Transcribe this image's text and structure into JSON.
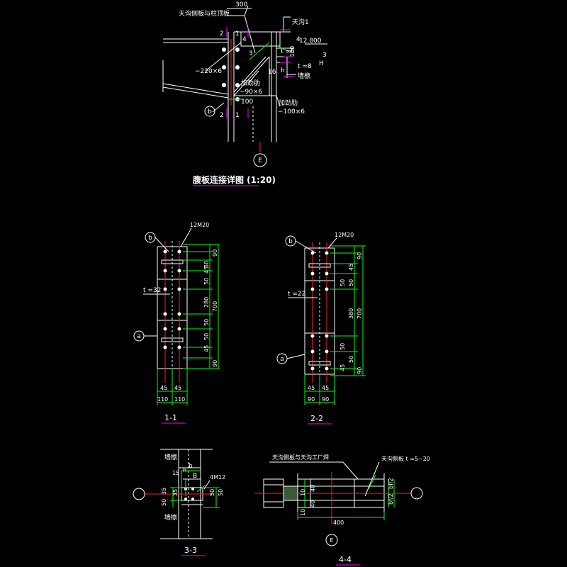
{
  "colors": {
    "background": "#000000",
    "line": "#ffffff",
    "dimension": "#00ff00",
    "axis": "#ff2020",
    "underline": "#ff00ff"
  },
  "detail_top": {
    "title": "腹板连接详图 (1:20)",
    "labels": {
      "dim_300": "300",
      "gutter_plate_note": "天沟侧板与柱顶板",
      "gutter": "天沟1",
      "elev": "12.800",
      "plate_220": "−220×6",
      "stiffener1": "加劲肋",
      "stiffener1_size": "−90×6",
      "stiffener2": "加劲肋",
      "stiffener2_size": "−100×6",
      "purlin": "墙檩",
      "t6": "t =6",
      "t8": "t =8",
      "dim_150": "150",
      "dim_100": "100",
      "dim_16": "16",
      "h": "h",
      "H": "H",
      "sec2a": "2",
      "sec1a": "1",
      "sec2b": "2",
      "sec1b": "1",
      "sec3a": "3",
      "sec3b": "3",
      "sec4a": "4",
      "sec4b": "4",
      "callout_b": "b",
      "axis": "E"
    }
  },
  "section_1_1": {
    "title": "1-1",
    "bolts": "12M20",
    "thickness": "t =32",
    "callout_b": "b",
    "callout_a": "a",
    "inner_dims": [
      "45",
      "50",
      "50",
      "280",
      "50",
      "50",
      "45"
    ],
    "outer_dims": [
      "90",
      "700",
      "90"
    ],
    "bottom_dims_top": [
      "45",
      "45"
    ],
    "bottom_dims": [
      "110",
      "110"
    ]
  },
  "section_2_2": {
    "title": "2-2",
    "bolts": "12M20",
    "thickness": "t =22",
    "callout_b": "b",
    "callout_a": "a",
    "inner_dims": [
      "45",
      "50",
      "50",
      "380",
      "50",
      "50",
      "45"
    ],
    "outer_dims": [
      "90",
      "700",
      "90"
    ],
    "bottom_dims_top": [
      "45",
      "45"
    ],
    "bottom_dims": [
      "90",
      "90"
    ]
  },
  "section_3_3": {
    "title": "3-3",
    "purlin_top": "墙檩",
    "purlin_bottom": "墙檩",
    "bolts": "4M12",
    "b": "b",
    "B": "B",
    "h": "h",
    "dim_15": "15",
    "dims_left": [
      "35",
      "50",
      "35"
    ],
    "dims_right": [
      "50",
      "50"
    ]
  },
  "section_4_4": {
    "title": "4-4",
    "note1": "天沟侧板与天沟工厂焊",
    "note2": "天沟侧板 t =5~20",
    "dims_left": [
      "10",
      "40",
      "40",
      "10"
    ],
    "dims_right": [
      "bf/2",
      "bf/2"
    ],
    "dim_bottom": "400",
    "axis": "E"
  }
}
